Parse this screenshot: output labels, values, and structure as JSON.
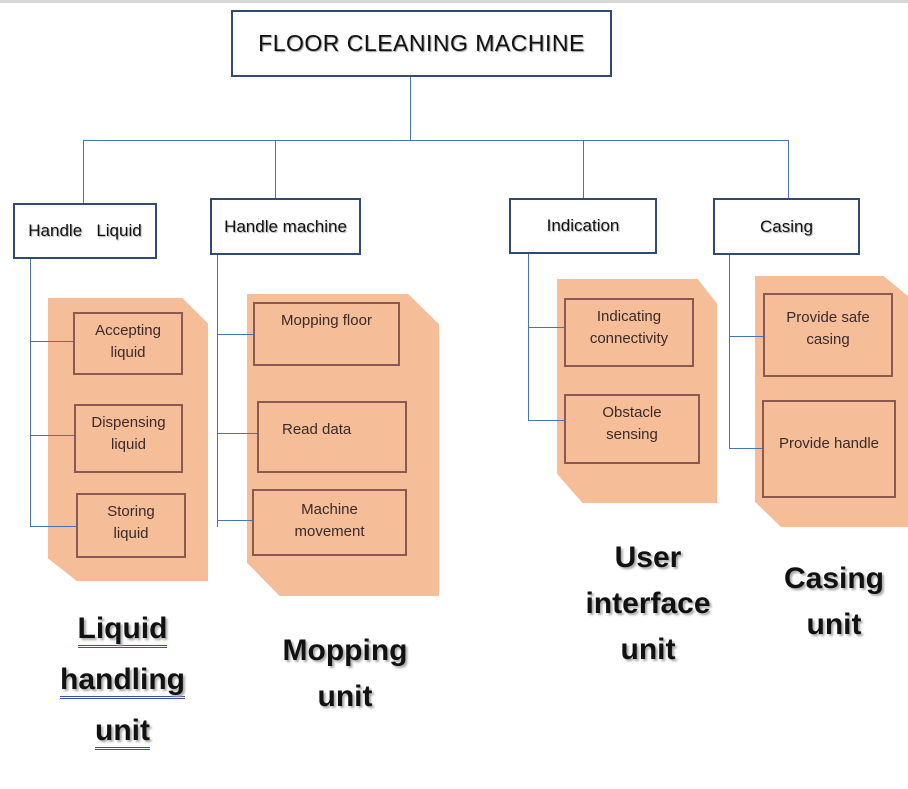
{
  "root": {
    "label": "FLOOR CLEANING MACHINE"
  },
  "categories": [
    {
      "label": "Handle   Liquid"
    },
    {
      "label": "Handle machine"
    },
    {
      "label": "Indication"
    },
    {
      "label": "Casing"
    }
  ],
  "groups": [
    {
      "items": [
        {
          "line1": "Accepting",
          "line2": "liquid"
        },
        {
          "line1": "Dispensing",
          "line2": "liquid"
        },
        {
          "line1": "Storing",
          "line2": "liquid"
        }
      ],
      "unit": {
        "line1": "Liquid",
        "line2": "handling",
        "line3": "unit"
      }
    },
    {
      "items": [
        {
          "line1": "Mopping floor",
          "line2": ""
        },
        {
          "line1": "Read data",
          "line2": ""
        },
        {
          "line1": "Machine",
          "line2": "movement"
        }
      ],
      "unit": {
        "line1": "Mopping",
        "line2": "unit"
      }
    },
    {
      "items": [
        {
          "line1": "Indicating",
          "line2": "connectivity"
        },
        {
          "line1": "Obstacle",
          "line2": "sensing"
        }
      ],
      "unit": {
        "line1": "User",
        "line2": "interface",
        "line3": "unit"
      }
    },
    {
      "items": [
        {
          "line1": "Provide safe",
          "line2": "casing"
        },
        {
          "line1": "Provide handle",
          "line2": ""
        }
      ],
      "unit": {
        "line1": "Casing",
        "line2": "unit"
      }
    }
  ],
  "colors": {
    "box_border": "#2f4a73",
    "connector": "#4a73b6",
    "panel_fill": "#f5bd98",
    "leaf_border": "#8a5a52"
  }
}
